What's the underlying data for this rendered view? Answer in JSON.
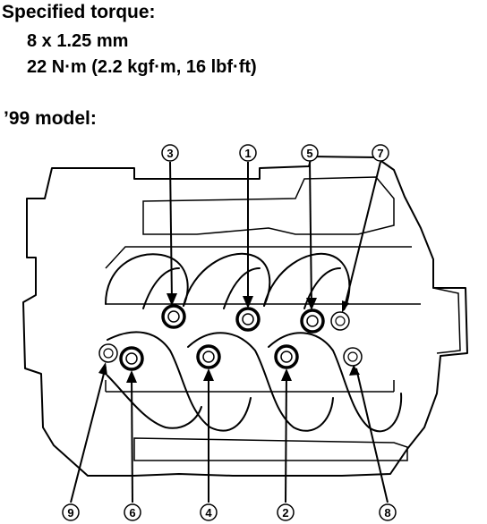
{
  "heading": {
    "title": "Specified torque:",
    "size": "8 x 1.25 mm",
    "torque": "22 N·m (2.2 kgf·m, 16 lbf·ft)"
  },
  "model_label": "’99 model:",
  "callouts": {
    "c1": "1",
    "c2": "2",
    "c3": "3",
    "c4": "4",
    "c5": "5",
    "c6": "6",
    "c7": "7",
    "c8": "8",
    "c9": "9"
  }
}
